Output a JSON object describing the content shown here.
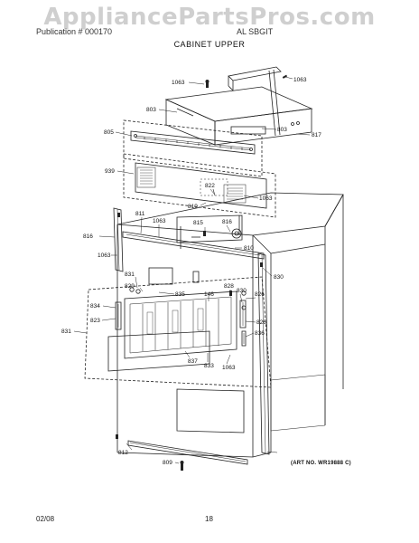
{
  "watermark": "AppliancePartsPros.com",
  "header": {
    "left": "Publication # 000170",
    "right": "AL SBGIT"
  },
  "section_title": "CABINET UPPER",
  "art_number": "(ART NO. WR19888 C)",
  "footer": {
    "date": "02/08",
    "page": "18"
  },
  "callouts": [
    "1063",
    "803",
    "805",
    "803",
    "1063",
    "817",
    "939",
    "822",
    "819",
    "1063",
    "816",
    "811",
    "1063",
    "815",
    "816",
    "810",
    "1063",
    "830",
    "831",
    "829",
    "835",
    "146",
    "828",
    "830",
    "826",
    "834",
    "823",
    "831",
    "826",
    "836",
    "837",
    "833",
    "1063",
    "812",
    "809"
  ]
}
